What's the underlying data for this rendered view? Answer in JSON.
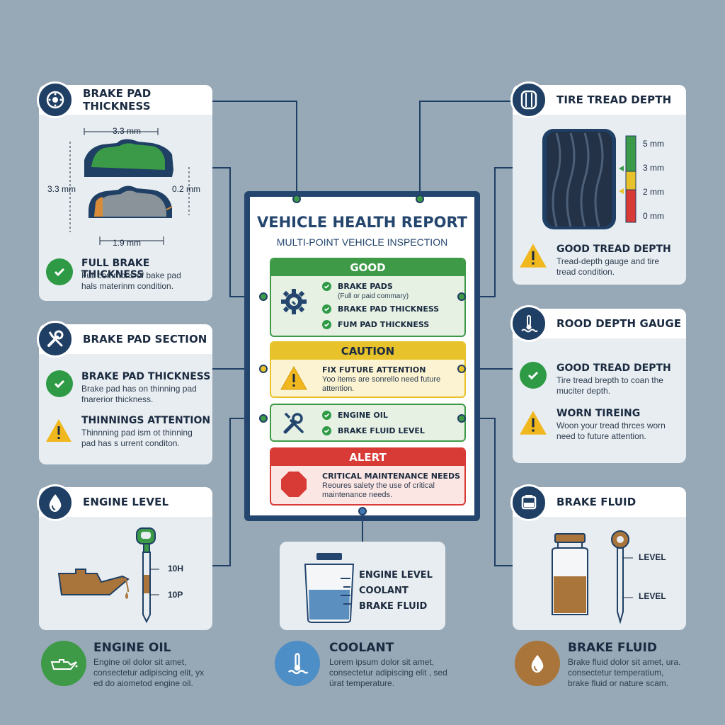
{
  "colors": {
    "navy": "#1f3f64",
    "good": "#3f9a48",
    "caution": "#e8c22a",
    "alert": "#d83a36",
    "bg": "#97a8b6"
  },
  "brake_pad": {
    "title": "BRAKE PAD THICKNESS",
    "icon": "brake-disc-icon",
    "dim_top": "3.3 mm",
    "dim_left": "3.3 mm",
    "dim_right": "0.2 mm",
    "dim_bottom": "1.9 mm",
    "status_title": "FULL BRAKE THICKNESS",
    "status_text_1": "Full commons of bake pad",
    "status_text_2": "hals materinm condition."
  },
  "brake_section": {
    "title": "BRAKE PAD SECTION",
    "icon": "wrench-screwdriver-icon",
    "ok_title": "BRAKE PAD THICKNESS",
    "ok_text_1": "Brake pad has on thinning pad",
    "ok_text_2": "fnarerior thickness.",
    "warn_title": "THINNINGS ATTENTION",
    "warn_text_1": "Thinnning pad ism ot thinning",
    "warn_text_2": "pad has s urrent conditon."
  },
  "engine_level": {
    "title": "ENGINE LEVEL",
    "icon": "oil-drop-icon",
    "mark_high": "10H",
    "mark_low": "10P"
  },
  "tire": {
    "title": "TIRE TREAD DEPTH",
    "icon": "tire-icon",
    "gauge": [
      "5 mm",
      "3 mm",
      "2 mm",
      "0 mm"
    ],
    "status_title": "GOOD TREAD DEPTH",
    "status_text_1": "Tread-depth gauge and tire",
    "status_text_2": "tread condition."
  },
  "depth_gauge": {
    "title": "ROOD DEPTH GAUGE",
    "icon": "thermometer-icon",
    "ok_title": "GOOD TREAD DEPTH",
    "ok_text_1": "Tire tread brepth to coan the",
    "ok_text_2": "muciter depth.",
    "warn_title": "WORN TIREING",
    "warn_text_1": "Woon your tread thrces worn",
    "warn_text_2": "need to future attention."
  },
  "brake_fluid_card": {
    "title": "BRAKE FLUID",
    "icon": "fluid-reservoir-icon",
    "level_high": "LEVEL",
    "level_low": "LEVEL"
  },
  "report": {
    "title": "VEHICLE HEALTH REPORT",
    "subtitle": "MULTI-POINT VEHICLE INSPECTION",
    "good": {
      "label": "GOOD",
      "item1": "BRAKE PADS",
      "item1_sub": "(Full or paid commary)",
      "item2": "BRAKE PAD THICKNESS",
      "item3": "FUM PAD THICKNESS"
    },
    "caution": {
      "label": "CAUTION",
      "title": "FIX FUTURE ATTENTION",
      "text_1": "Yoo items are sonrello need future",
      "text_2": "attention."
    },
    "fluids": {
      "item1": "ENGINE OIL",
      "item2": "BRAKE FLUID LEVEL"
    },
    "alert": {
      "label": "ALERT",
      "title": "CRITICAL MAINTENANCE NEEDS",
      "text_1": "Reoures salety the use of critical",
      "text_2": "maintenance needs."
    }
  },
  "fluid_center": {
    "labels": [
      "ENGINE LEVEL",
      "COOLANT",
      "BRAKE FLUID"
    ]
  },
  "bottom": [
    {
      "icon": "oil-can-icon",
      "title": "ENGINE OIL",
      "text_1": "Engine oil dolor sit amet,",
      "text_2": "consectetur adipiscing elit, yx",
      "text_3": "ed do aiometod engine oil."
    },
    {
      "icon": "thermometer-icon",
      "title": "COOLANT",
      "text_1": "Lorem ipsum dolor sit amet,",
      "text_2": "consectetur adipiscing elit , sed",
      "text_3": "ürat temperature."
    },
    {
      "icon": "fluid-drop-icon",
      "title": "BRAKE FLUID",
      "text_1": "Brake fluid dolor sit amet, ura.",
      "text_2": "consectetur temperatium,",
      "text_3": "brake fluid or nature scam."
    }
  ]
}
